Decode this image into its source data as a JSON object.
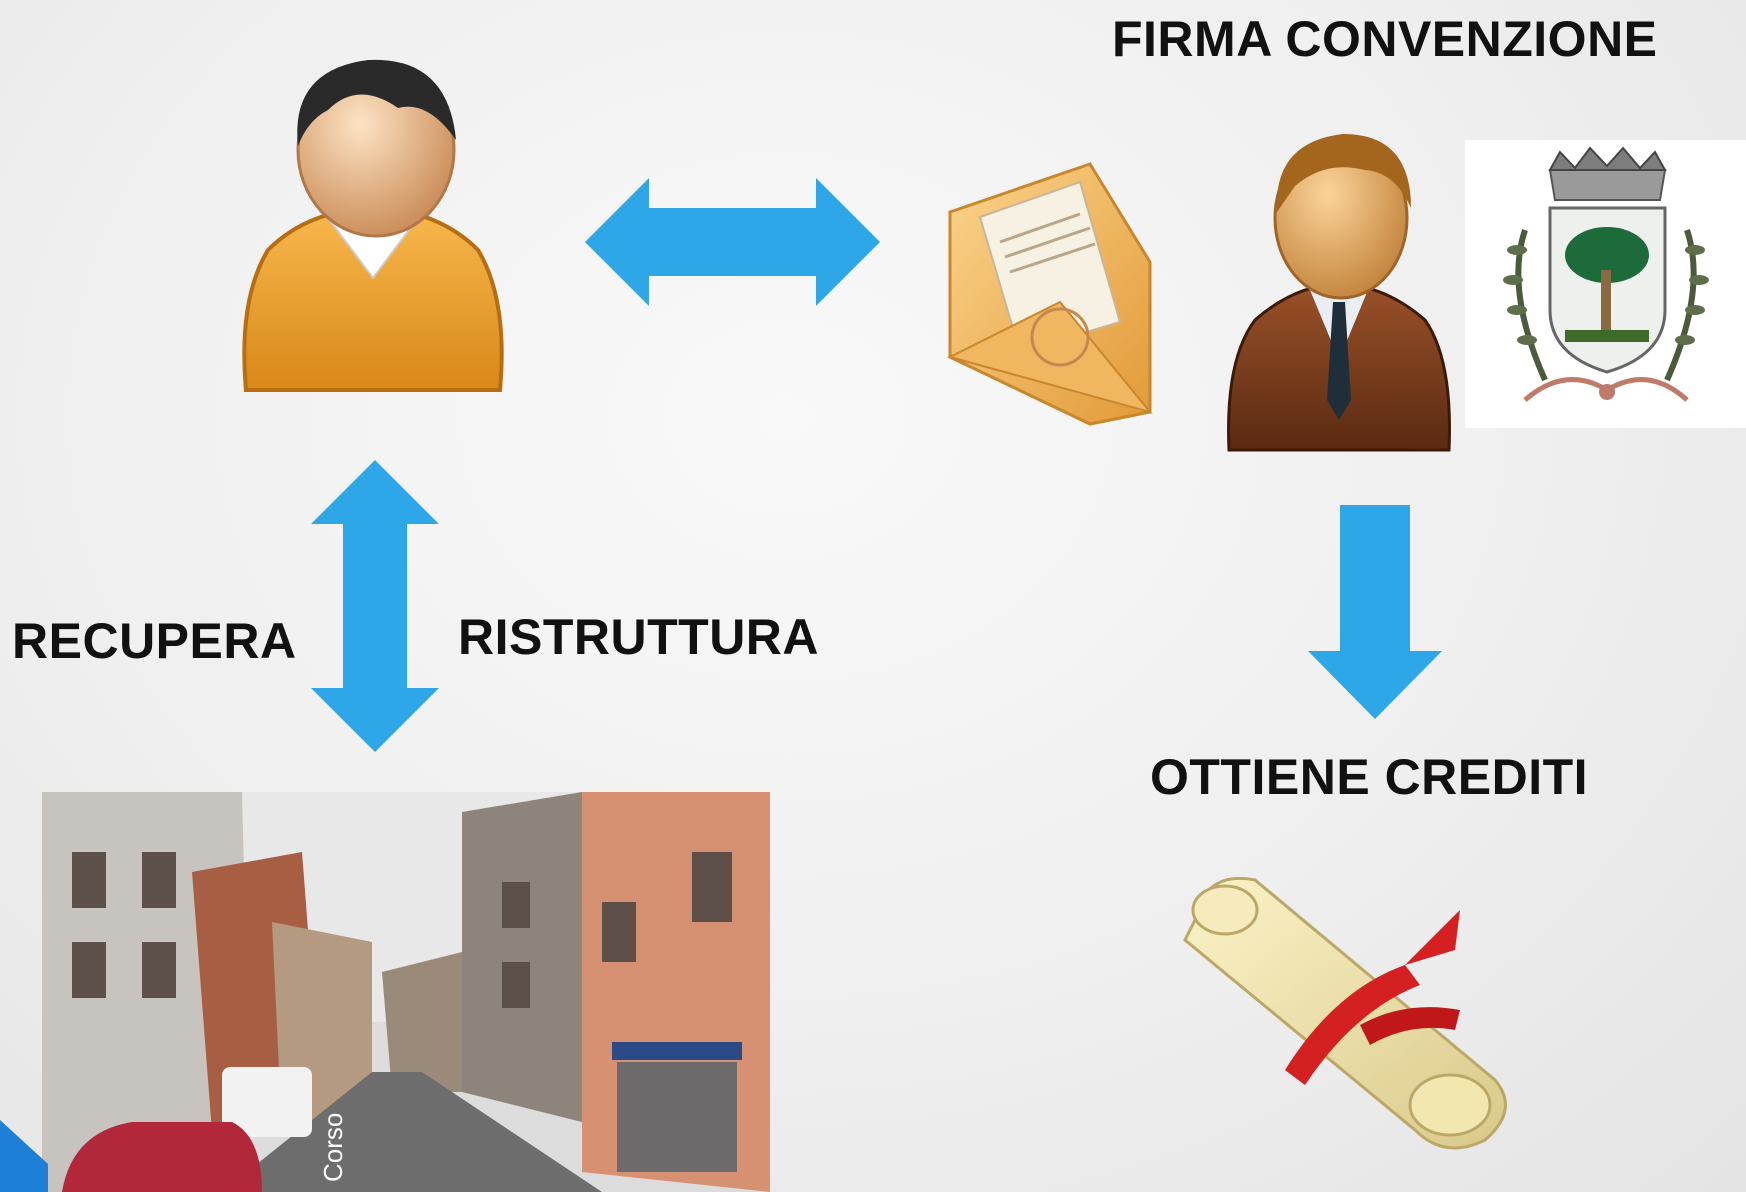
{
  "slide": {
    "labels": {
      "firma": "FIRMA CONVENZIONE",
      "recupera": "RECUPERA",
      "ristruttura": "RISTRUTTURA",
      "ottiene": "OTTIENE CREDITI"
    },
    "street_sign": "Corso"
  },
  "colors": {
    "arrow_blue": "#2ea7e8",
    "background": "#f0f0f0",
    "label_text": "#111111",
    "user_shirt": "#eaa33a",
    "official_suit": "#7a3e20",
    "ribbon_red": "#d42020"
  },
  "icons": {
    "user": "user-icon",
    "official": "official-icon",
    "envelope": "envelope-icon",
    "crest": "municipal-crest",
    "diploma": "diploma-scroll-icon",
    "street": "street-photo"
  }
}
